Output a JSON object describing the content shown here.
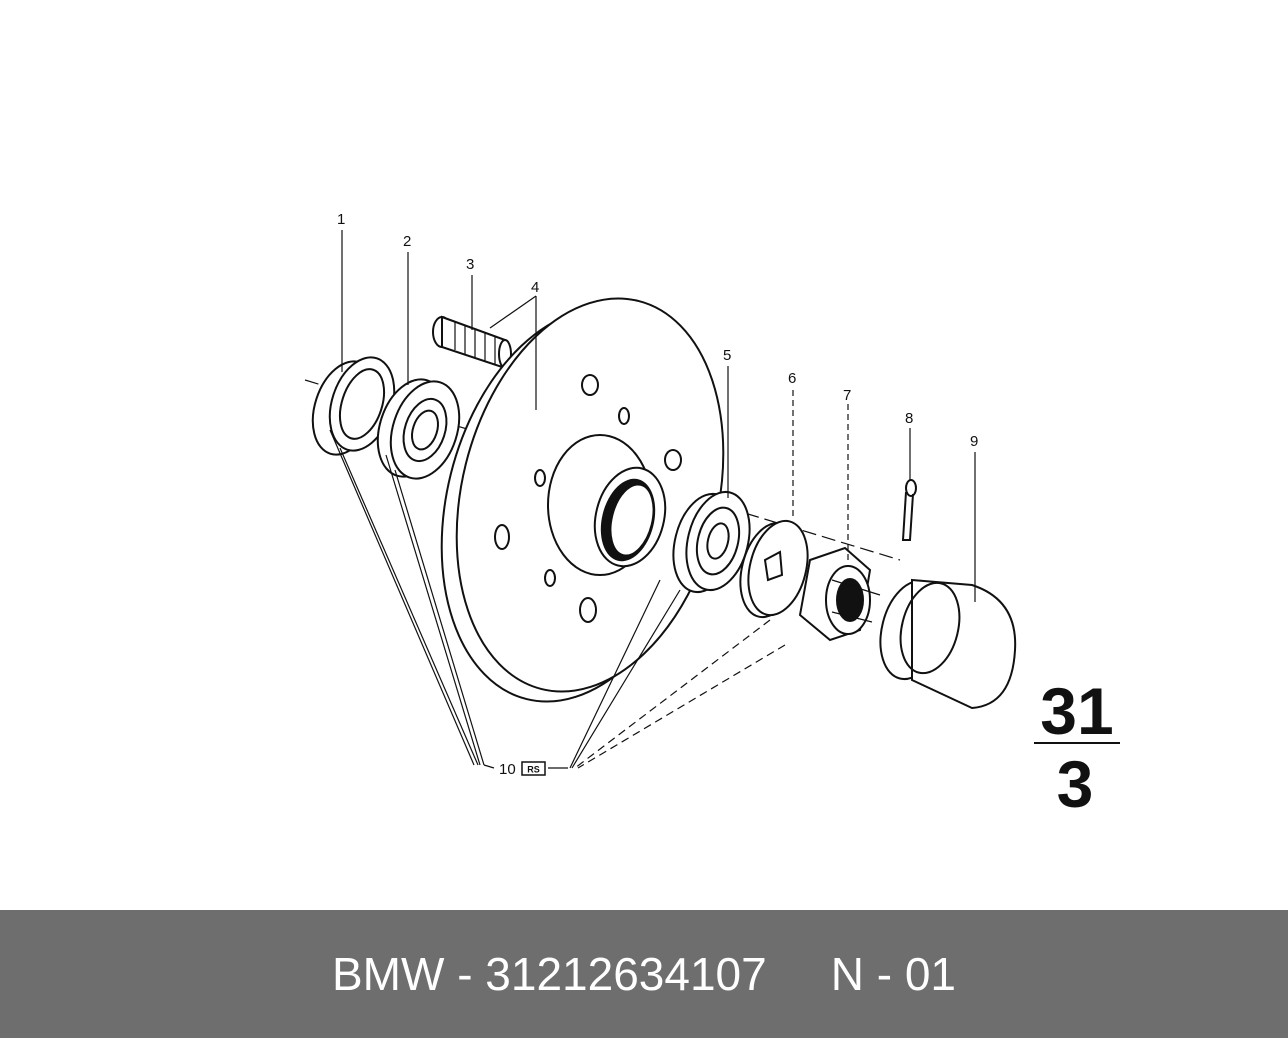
{
  "diagram": {
    "callouts": [
      {
        "id": "1",
        "label": "1"
      },
      {
        "id": "2",
        "label": "2"
      },
      {
        "id": "3",
        "label": "3"
      },
      {
        "id": "4",
        "label": "4"
      },
      {
        "id": "5",
        "label": "5"
      },
      {
        "id": "6",
        "label": "6"
      },
      {
        "id": "7",
        "label": "7"
      },
      {
        "id": "8",
        "label": "8"
      },
      {
        "id": "9",
        "label": "9"
      },
      {
        "id": "10",
        "label": "10"
      }
    ],
    "kit_badge": "RS",
    "group_number": {
      "top": "31",
      "bottom": "3"
    }
  },
  "footer": {
    "part_text": "BMW - 31212634107",
    "page_text": "N - 01",
    "background": "#6e6e6e",
    "text_color": "#ffffff"
  }
}
